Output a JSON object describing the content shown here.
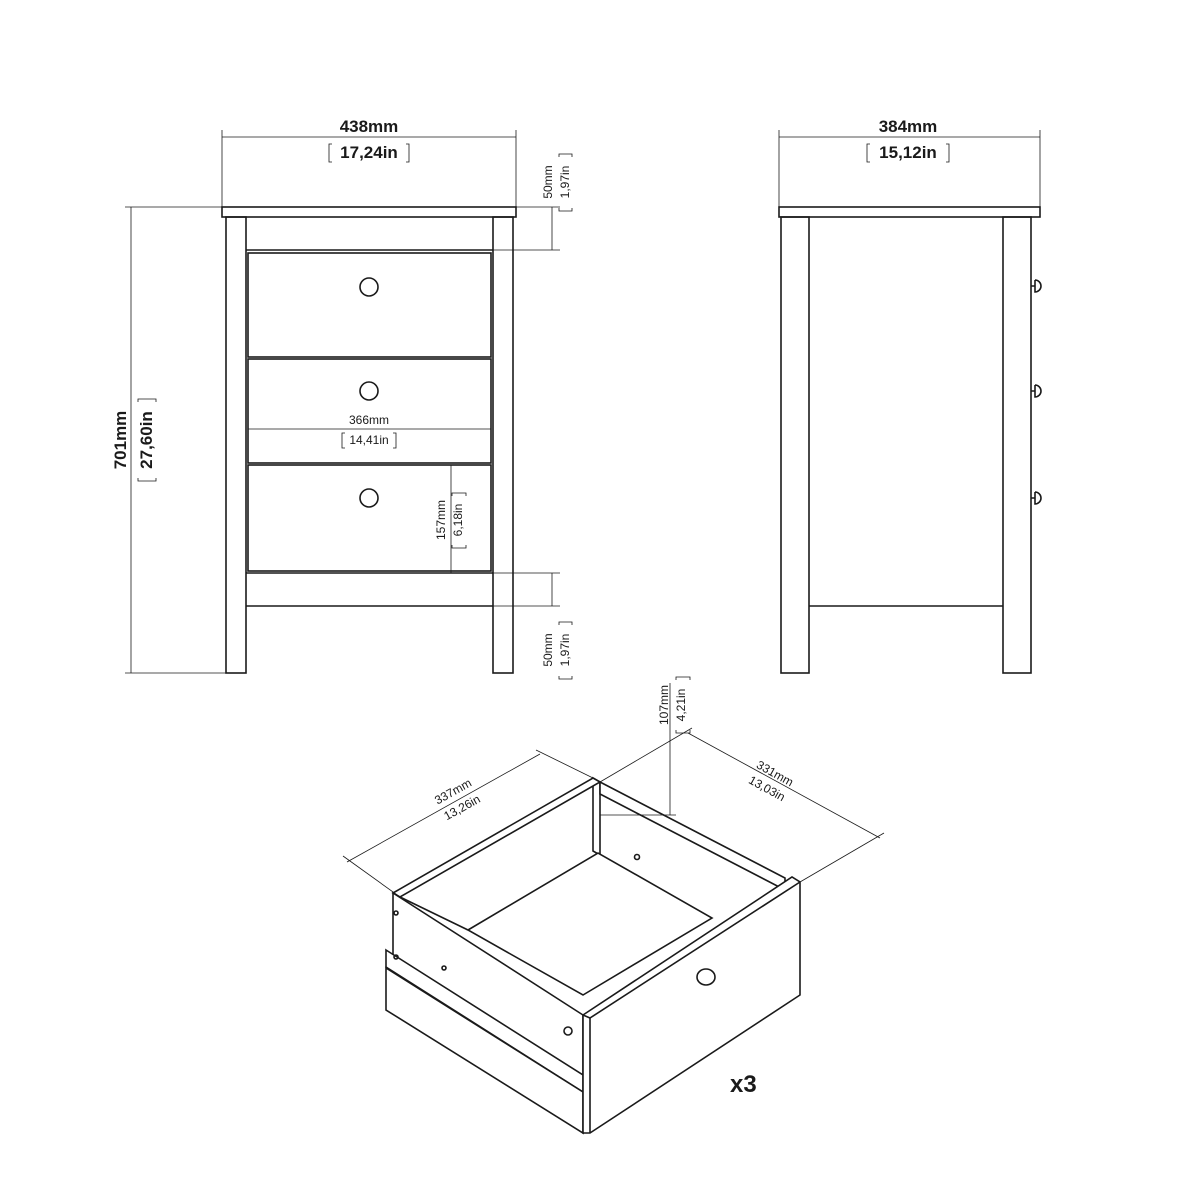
{
  "front_view": {
    "width_mm": "438mm",
    "width_in": "17,24in",
    "height_mm": "701mm",
    "height_in": "27,60in",
    "top_rail_mm": "50mm",
    "top_rail_in": "1,97in",
    "drawer_width_mm": "366mm",
    "drawer_width_in": "14,41in",
    "drawer_height_mm": "157mm",
    "drawer_height_in": "6,18in",
    "bottom_rail_mm": "50mm",
    "bottom_rail_in": "1,97in"
  },
  "side_view": {
    "depth_mm": "384mm",
    "depth_in": "15,12in"
  },
  "drawer": {
    "height_mm": "107mm",
    "height_in": "4,21in",
    "width_mm": "337mm",
    "width_in": "13,26in",
    "depth_mm": "331mm",
    "depth_in": "13,03in",
    "quantity": "x3"
  }
}
